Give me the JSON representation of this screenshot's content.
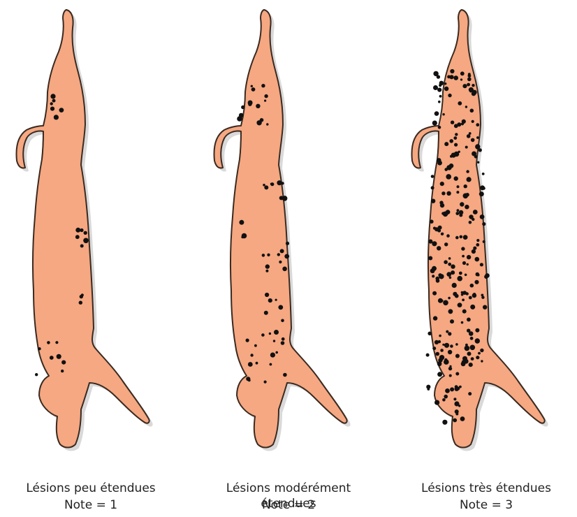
{
  "figure": {
    "panels": [
      {
        "caption": "Lésions peu étendues",
        "score": "Note = 1",
        "lesion_level": 1
      },
      {
        "caption": "Lésions modérément étendues",
        "score": "Note = 2",
        "lesion_level": 2
      },
      {
        "caption": "Lésions très étendues",
        "score": "Note = 3",
        "lesion_level": 3
      }
    ],
    "colors": {
      "carcass_fill": "#f5a882",
      "outline": "#3a2a20",
      "lesion": "#111111"
    }
  }
}
